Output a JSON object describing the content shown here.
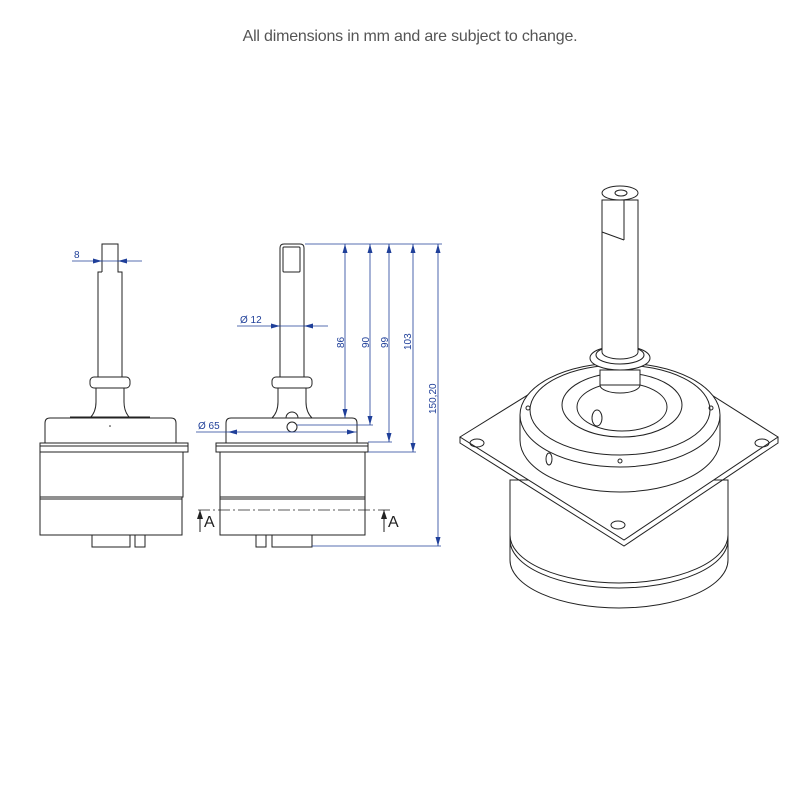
{
  "note": "All dimensions in mm and are subject to change.",
  "colors": {
    "dimension": "#1f3f99",
    "outline": "#222222"
  },
  "dimensions": {
    "shaft_flat_width": "8",
    "shaft_diameter": "Ø 12",
    "housing_diameter": "Ø 65",
    "height_86": "86",
    "height_90": "90",
    "height_99": "99",
    "height_103": "103",
    "overall_height": "150,20"
  },
  "section": {
    "left_label": "A",
    "right_label": "A"
  }
}
